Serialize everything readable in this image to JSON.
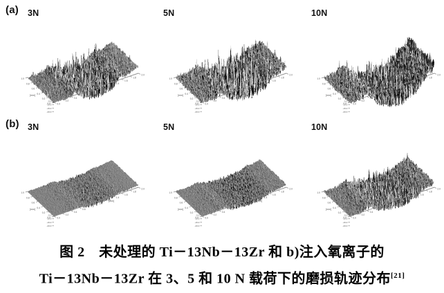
{
  "figure": {
    "rows": [
      {
        "id": "a",
        "label": "(a)",
        "description": "untreated Ti-13Nb-13Zr",
        "panels": [
          {
            "load_label": "3N",
            "load_value": 3,
            "unit": "N"
          },
          {
            "load_label": "5N",
            "load_value": 5,
            "unit": "N"
          },
          {
            "load_label": "10N",
            "load_value": 10,
            "unit": "N"
          }
        ]
      },
      {
        "id": "b",
        "label": "(b)",
        "description": "oxygen ion implanted Ti-13Nb-13Zr",
        "panels": [
          {
            "load_label": "3N",
            "load_value": 3,
            "unit": "N"
          },
          {
            "load_label": "5N",
            "load_value": 5,
            "unit": "N"
          },
          {
            "load_label": "10N",
            "load_value": 10,
            "unit": "N"
          }
        ]
      }
    ]
  },
  "axes": {
    "x_label": "[mm]",
    "x_ticks": [
      "1.0",
      "0.8",
      "0.6",
      "0.4",
      "0.2",
      "0.0"
    ],
    "y_label": "[mm]",
    "y_ticks": [
      "0.0",
      "0.2",
      "0.4",
      "0.6",
      "0.8",
      "1.0",
      "1.2",
      "1.4",
      "1.6",
      "1.8",
      "2.0"
    ],
    "z_label": "[µm]",
    "z_ticks": [
      "20.0",
      "15.0",
      "10.0",
      "5.0",
      "0.0",
      "-5.0",
      "-10.0",
      "-15.0",
      "-20.0",
      "-25.0"
    ]
  },
  "caption": {
    "line1": "图 2　未处理的 Ti－13Nb－13Zr 和 b)注入氧离子的",
    "line2": "Ti－13Nb－13Zr 在 3、5 和 10 N 载荷下的磨损轨迹分布",
    "reference": "[21]"
  },
  "colors": {
    "background": "#ffffff",
    "ink": "#000000",
    "surface_dark": "#1b1b1b",
    "surface_mid": "#777777",
    "surface_light": "#d9d9d9",
    "axis_line": "#8a8a8a"
  },
  "chart_data": {
    "type": "surface",
    "title": "Wear track topography of Ti-13Nb-13Zr",
    "xlabel": "[mm]",
    "ylabel": "[mm]",
    "zlabel": "[µm]",
    "xlim": [
      0.0,
      1.0
    ],
    "ylim": [
      0.0,
      2.0
    ],
    "zlim": [
      -25.0,
      20.0
    ],
    "grid": false,
    "legend": "none",
    "panels": [
      {
        "row": "a",
        "load_N": 3,
        "surface": "untreated",
        "track_center_mm": 1.05,
        "track_width_mm": 1.05,
        "track_depth_um": -9.0,
        "pileup_height_um": 12.0,
        "roughness_um": 5.5,
        "spikiness": 0.95
      },
      {
        "row": "a",
        "load_N": 5,
        "surface": "untreated",
        "track_center_mm": 1.1,
        "track_width_mm": 1.2,
        "track_depth_um": -12.0,
        "pileup_height_um": 14.0,
        "roughness_um": 6.5,
        "spikiness": 1.0
      },
      {
        "row": "a",
        "load_N": 10,
        "surface": "untreated",
        "track_center_mm": 1.15,
        "track_width_mm": 1.4,
        "track_depth_um": -20.0,
        "pileup_height_um": 18.0,
        "roughness_um": 7.5,
        "spikiness": 0.7
      },
      {
        "row": "b",
        "load_N": 3,
        "surface": "oxygen-implanted",
        "track_center_mm": 1.05,
        "track_width_mm": 0.95,
        "track_depth_um": -3.0,
        "pileup_height_um": 4.0,
        "roughness_um": 2.0,
        "spikiness": 0.35
      },
      {
        "row": "b",
        "load_N": 5,
        "surface": "oxygen-implanted",
        "track_center_mm": 1.1,
        "track_width_mm": 1.15,
        "track_depth_um": -5.0,
        "pileup_height_um": 5.0,
        "roughness_um": 2.6,
        "spikiness": 0.3
      },
      {
        "row": "b",
        "load_N": 10,
        "surface": "oxygen-implanted",
        "track_center_mm": 1.15,
        "track_width_mm": 1.3,
        "track_depth_um": -7.0,
        "pileup_height_um": 9.0,
        "roughness_um": 4.2,
        "spikiness": 0.85
      }
    ]
  }
}
